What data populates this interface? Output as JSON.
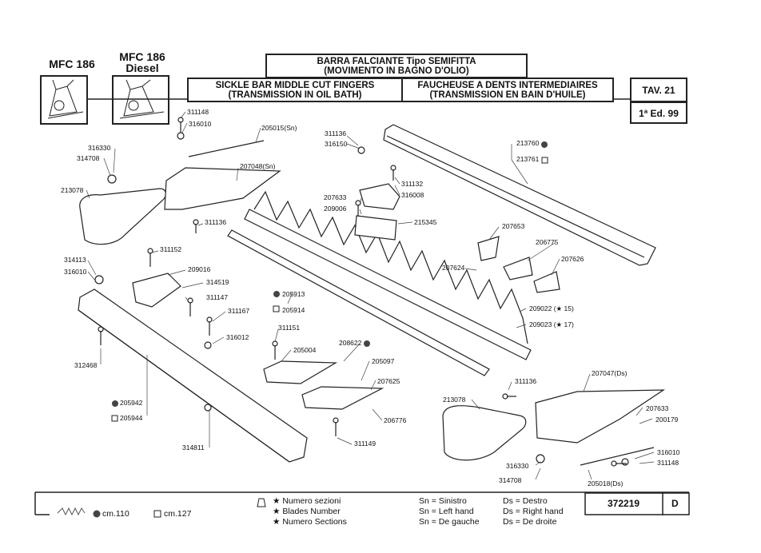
{
  "models": {
    "left": "MFC 186",
    "right_line1": "MFC 186",
    "right_line2": "Diesel"
  },
  "title": {
    "it_line1": "BARRA FALCIANTE Tipo SEMIFITTA",
    "it_line2": "(MOVIMENTO IN BAGNO D'OLIO)",
    "en_line1": "SICKLE BAR MIDDLE CUT FINGERS",
    "en_line2": "(TRANSMISSION IN OIL BATH)",
    "fr_line1": "FAUCHEUSE A DENTS INTERMEDIAIRES",
    "fr_line2": "(TRANSMISSION EN BAIN D'HUILE)"
  },
  "table": {
    "tav": "TAV. 21",
    "edition": "1ª Ed. 99"
  },
  "parts": {
    "p311148a": "311148",
    "p316010a": "316010",
    "p205015": "205015(Sn)",
    "p316330a": "316330",
    "p314708a": "314708",
    "p207048": "207048(Sn)",
    "p213078a": "213078",
    "p311136a": "311136",
    "p316150": "316150",
    "p311132": "311132",
    "p316008": "316008",
    "p207633a": "207633",
    "p209006": "209006",
    "p215345": "215345",
    "p311136b": "311136",
    "p213760": "213760",
    "p213761": "213761",
    "p207653": "207653",
    "p206775": "206775",
    "p207626": "207626",
    "p207624": "207624",
    "p311152": "311152",
    "p314113": "314113",
    "p316010b": "316010",
    "p209016": "209016",
    "p314519": "314519",
    "p311147": "311147",
    "p311167": "311167",
    "p205913": "205913",
    "p205914": "205914",
    "p209022": "209022 (★ 15)",
    "p209023": "209023 (★ 17)",
    "p316012": "316012",
    "p311151": "311151",
    "p205004": "205004",
    "p208622": "208622",
    "p205097": "205097",
    "p207625": "207625",
    "p206776": "206776",
    "p312468": "312468",
    "p205942": "205942",
    "p205944": "205944",
    "p314811": "314811",
    "p311149": "311149",
    "p311136c": "311136",
    "p207047": "207047(Ds)",
    "p213078b": "213078",
    "p207633b": "207633",
    "p200179": "200179",
    "p316010c": "316010",
    "p311148b": "311148",
    "p316330b": "316330",
    "p314708b": "314708",
    "p205018": "205018(Ds)"
  },
  "legend": {
    "cm110": "cm.110",
    "cm127": "cm.127",
    "sections_it": "Numero sezioni",
    "sections_en": "Blades Number",
    "sections_fr": "Numero Sections",
    "sn_it": "Sn = Sinistro",
    "sn_en": "Sn = Left hand",
    "sn_fr": "Sn = De gauche",
    "ds_it": "Ds = Destro",
    "ds_en": "Ds = Right hand",
    "ds_fr": "Ds = De droite",
    "code": "372219",
    "letter": "D"
  }
}
